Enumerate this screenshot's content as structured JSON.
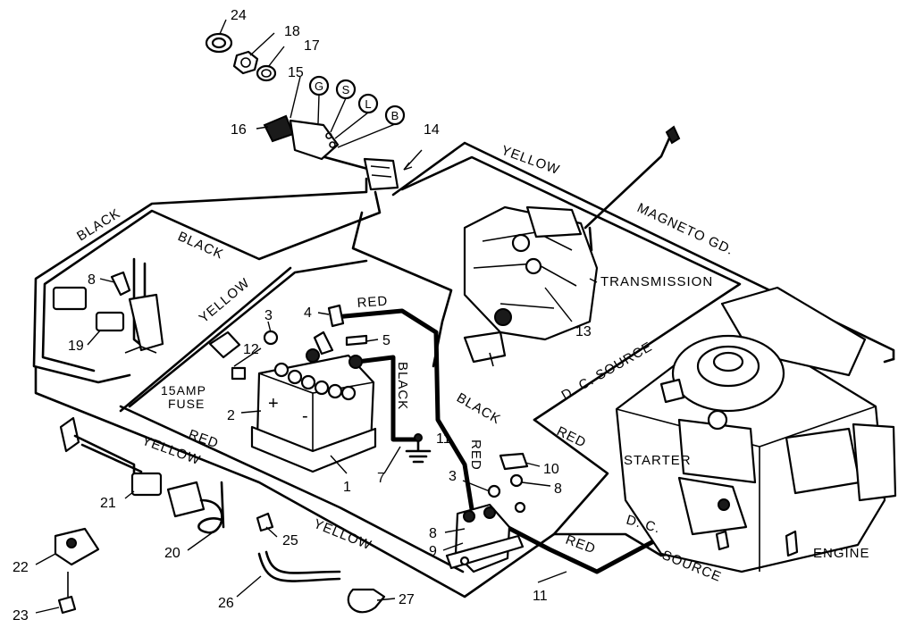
{
  "wire_labels": {
    "yellow_top": "YELLOW",
    "black_left_outer": "BLACK",
    "black_left_inner": "BLACK",
    "yellow_left_mid": "YELLOW",
    "magneto_gd": "MAGNETO GD.",
    "transmission": "TRANSMISSION",
    "red_top": "RED",
    "black_battery": "BLACK",
    "black_center": "BLACK",
    "dc_source_mid": "D. C. SOURCE",
    "red_right": "RED",
    "red_vertical": "RED",
    "yellow_left_low": "YELLOW",
    "red_left_low": "RED",
    "yellow_bottom": "YELLOW",
    "red_bottom": "RED",
    "dc_bottom": "D. C.",
    "source_bottom": "SOURCE",
    "starter": "STARTER",
    "engine": "ENGINE",
    "fuse_line1": "15AMP",
    "fuse_line2": "FUSE"
  },
  "switch_terminals": [
    "G",
    "S",
    "L",
    "B"
  ],
  "part_numbers": {
    "n1": "1",
    "n2": "2",
    "n3a": "3",
    "n3b": "3",
    "n4": "4",
    "n5": "5",
    "n7": "7",
    "n8a": "8",
    "n8b": "8",
    "n8c": "8",
    "n9": "9",
    "n10": "10",
    "n11a": "11",
    "n11b": "11",
    "n12": "12",
    "n13": "13",
    "n14": "14",
    "n15": "15",
    "n16": "16",
    "n17": "17",
    "n18": "18",
    "n19": "19",
    "n20": "20",
    "n21": "21",
    "n22": "22",
    "n23": "23",
    "n24": "24",
    "n25": "25",
    "n26": "26",
    "n27": "27"
  },
  "battery_symbols": {
    "plus": "+",
    "minus": "-"
  }
}
